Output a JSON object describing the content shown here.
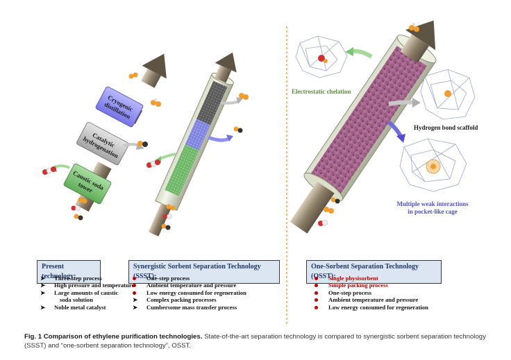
{
  "figure": {
    "step_boxes": [
      {
        "id": "caustic",
        "lines": [
          "Caustic soda",
          "tower"
        ]
      },
      {
        "id": "catalytic",
        "lines": [
          "Catalytic",
          "hydrogenation"
        ]
      },
      {
        "id": "cryogenic",
        "lines": [
          "Cryogenic",
          "distillation"
        ]
      }
    ],
    "osst_labels": {
      "electrostatic": "Electrostatic chelation",
      "hydrogen_bond": "Hydrogen bond scaffold",
      "multiple_line1": "Multiple weak interactions",
      "multiple_line2": "in pocket-like cage"
    },
    "colors": {
      "green": "#7cc576",
      "grey": "#bdbdbd",
      "violet": "#8f8ff0",
      "bed_purple": "#9b5c83",
      "orange_divider": "#e8932e",
      "red_text": "#c00000",
      "header_fill": "#dce6f2"
    }
  },
  "panels": {
    "present": {
      "header": "Present technology:",
      "marker": "arrowhead-icon",
      "items": [
        {
          "lines": [
            "Three-step process"
          ]
        },
        {
          "lines": [
            "High pressure and temperature"
          ]
        },
        {
          "lines": [
            "Large amounts of caustic",
            "soda solution"
          ]
        },
        {
          "lines": [
            "Noble metal catalyst"
          ]
        }
      ]
    },
    "ssst": {
      "header": "Synergistic Sorbent Separation Technology (SSST):",
      "items": [
        {
          "text": "One-step process",
          "marker": "red-dot-icon",
          "color": "#111111"
        },
        {
          "text": "Ambient temperature and pressure",
          "marker": "red-dot-icon",
          "color": "#111111"
        },
        {
          "text": "Low energy consumed for regeneration",
          "marker": "red-dot-icon",
          "color": "#111111"
        },
        {
          "text": "Complex packing processes",
          "marker": "arrowhead-icon",
          "color": "#111111"
        },
        {
          "text": "Cumbersome mass transfer process",
          "marker": "arrowhead-icon",
          "color": "#111111"
        }
      ]
    },
    "osst": {
      "header": "One-Sorbent Separation Technology (OSST):",
      "items": [
        {
          "text": "Single physisorbent",
          "marker": "red-dot-icon",
          "color": "#c00000"
        },
        {
          "text": "Simple packing process",
          "marker": "red-dot-icon",
          "color": "#c00000"
        },
        {
          "text": "One-step process",
          "marker": "red-dot-icon",
          "color": "#111111"
        },
        {
          "text": "Ambient temperature and pressure",
          "marker": "red-dot-icon",
          "color": "#111111"
        },
        {
          "text": "Low energy consumed for regeneration",
          "marker": "red-dot-icon",
          "color": "#111111"
        }
      ]
    }
  },
  "caption": {
    "title": "Fig. 1 Comparison of ethylene purification technologies.",
    "body": "State-of-the-art separation technology is compared to synergistic sorbent separation technology (SSST) and “one-sorbent separation technology”, OSST."
  }
}
